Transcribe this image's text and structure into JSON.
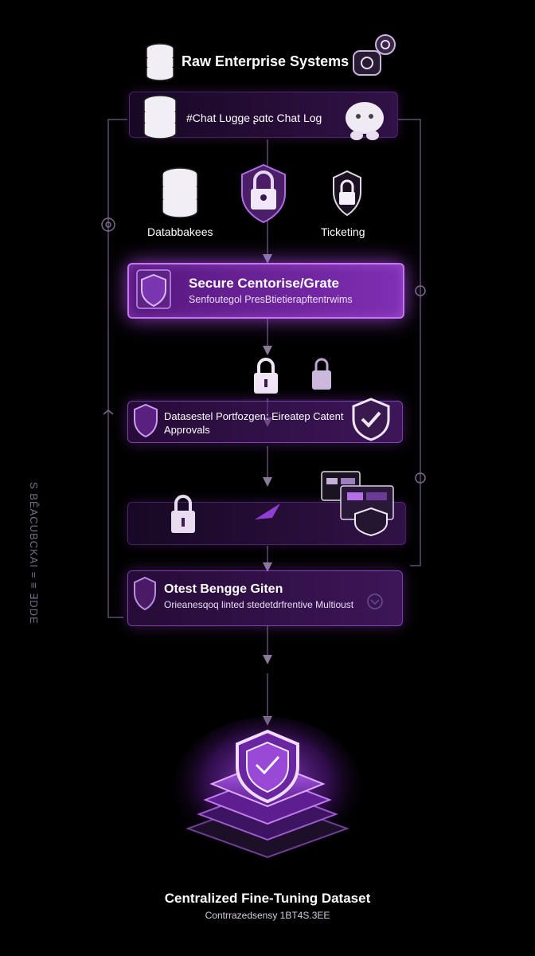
{
  "header": {
    "title": "Raw Enterprise Systems"
  },
  "sources": {
    "chat_log": "#Chat Lᴜgge ʂɑtc Chat Log",
    "databases": "Databbakees",
    "ticketing": "Ticketing"
  },
  "steps": [
    {
      "title": "Secure Centorise/Grate",
      "subtitle": "Senfoutegol PresBtietierapftentrwims"
    },
    {
      "title": "Datasestel Portfozgen: Eireatep Catent",
      "subtitle": "Approvals"
    },
    {
      "title": "",
      "subtitle": ""
    },
    {
      "title": "Otest Bengge Giten",
      "subtitle": "Orieanesqoq linted stedetdrfrentive Multioust"
    }
  ],
  "side_labels": {
    "left_vertical": "S BÊACUBCKAI = ≡ ∃DDE"
  },
  "result": {
    "title": "Centralized Fine-Tuning Dataset",
    "subtitle": "Contrrazedsensy 1BT4S.3EE"
  },
  "colors": {
    "accent": "#b050ff",
    "panel": "#7a2fb0",
    "background": "#000000",
    "connector": "#6e5b82"
  },
  "icons": [
    "database-icon",
    "chatbot-icon",
    "lock-icon",
    "shield-icon",
    "padlock-icon",
    "screens-icon",
    "check-shield-icon",
    "stack-icon"
  ]
}
